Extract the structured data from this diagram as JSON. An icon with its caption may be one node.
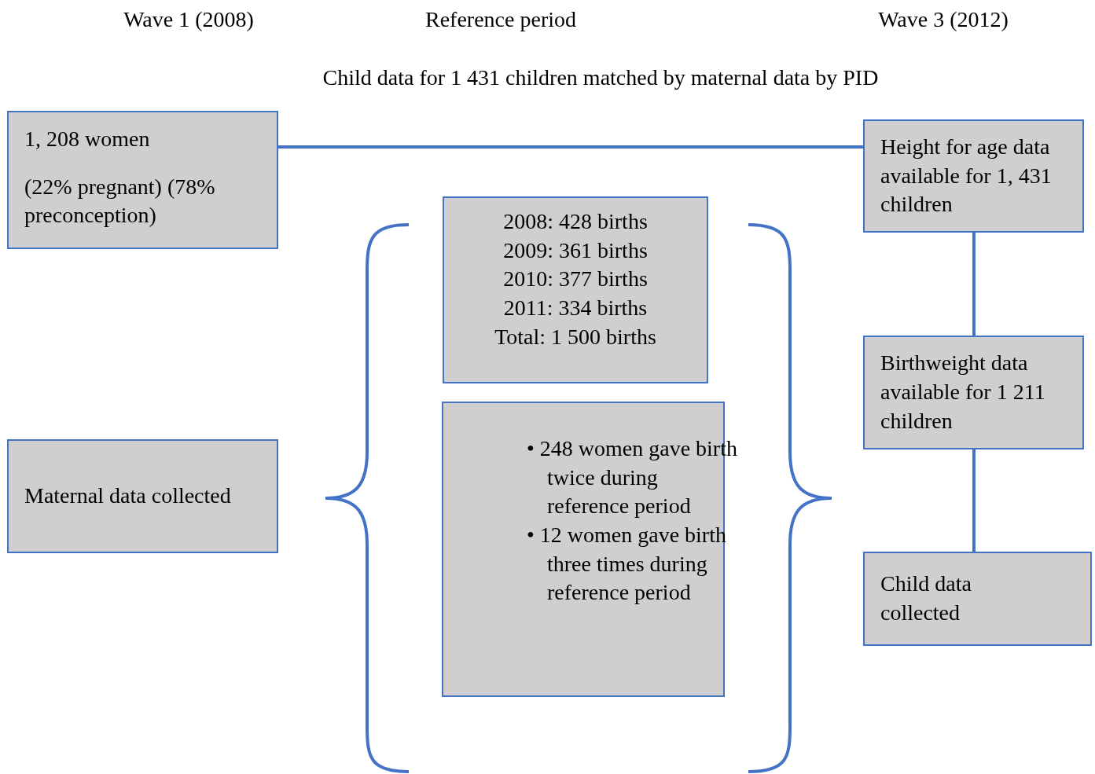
{
  "diagram": {
    "nodes": [
      {
        "text": [
          "1, 208 women",
          "(22% pregnant) (78% preconception)"
        ]
      },
      {
        "text": [
          "Height for age data available for 1, 431 children"
        ]
      },
      {
        "text": [
          "2008: 428 births",
          "2009: 361 births",
          "2010: 377 births",
          "2011: 334 births",
          "Total: 1 500 births"
        ]
      },
      {
        "text": [
          "• 248 women gave birth twice during reference period",
          "• 12 women gave birth three times during reference period"
        ]
      },
      {
        "text": [
          "Maternal data collected"
        ]
      },
      {
        "text": [
          "Birthweight data available for 1 211 children"
        ]
      },
      {
        "text": [
          "Child data collected"
        ]
      }
    ],
    "edges": [
      {
        "from": 0,
        "to": 1,
        "arrow": "none"
      },
      {
        "from": 1,
        "to": 5,
        "arrow": "none"
      },
      {
        "from": 5,
        "to": 6,
        "arrow": "none"
      }
    ],
    "labels": [
      "Wave 1 (2008)",
      "Reference period",
      "Wave 3 (2012)",
      "Child data for 1 431 children matched by maternal data by PID"
    ]
  }
}
